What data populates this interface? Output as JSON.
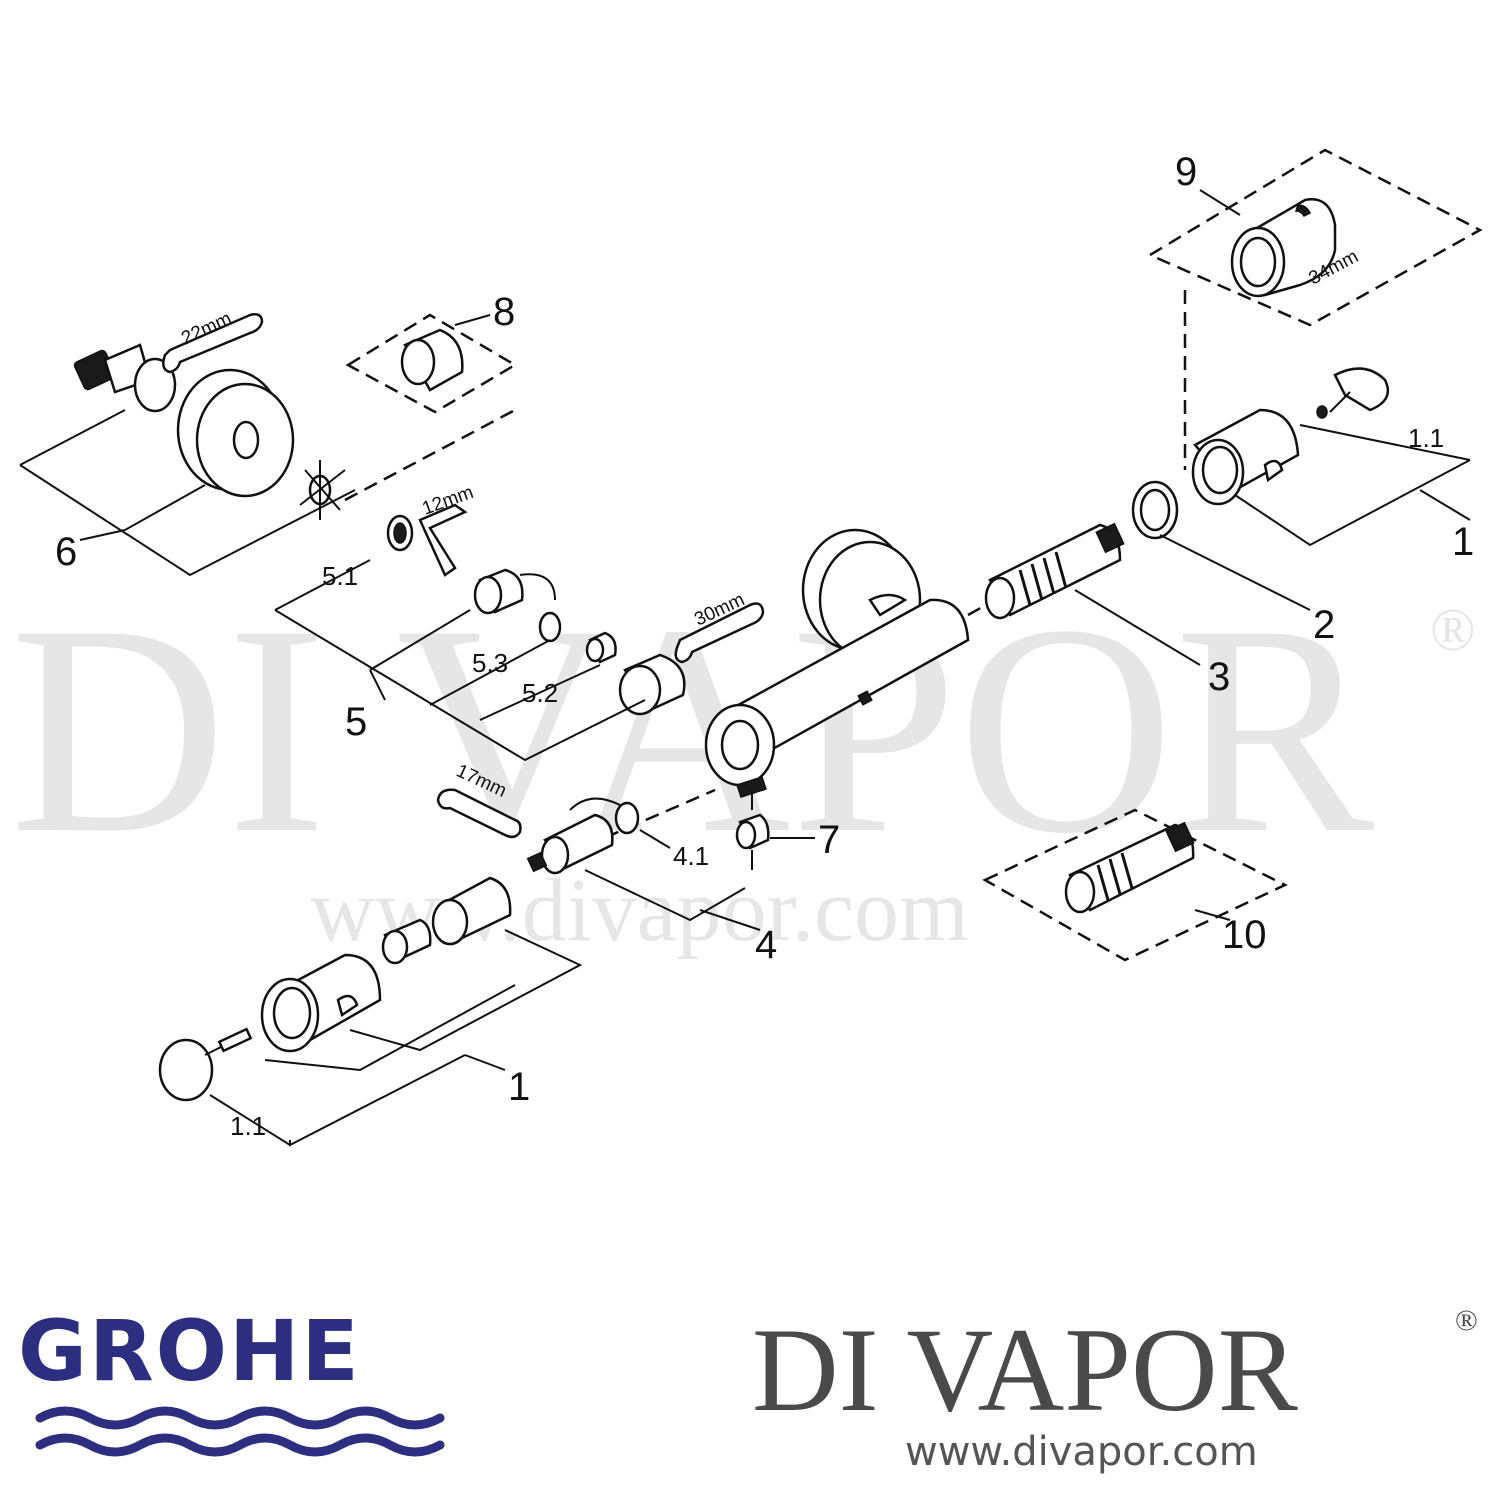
{
  "watermark": {
    "brand": "DI VAPOR",
    "reg": "®",
    "url": "www.divapor.com"
  },
  "callouts": {
    "c1_right": "1",
    "c11_right": "1.1",
    "c2": "2",
    "c3": "3",
    "c4": "4",
    "c41": "4.1",
    "c5": "5",
    "c51": "5.1",
    "c52": "5.2",
    "c53": "5.3",
    "c6": "6",
    "c7": "7",
    "c8": "8",
    "c9": "9",
    "c10": "10",
    "c1_left": "1",
    "c11_left": "1.1"
  },
  "tool_sizes": {
    "s22": "22mm",
    "s12": "12mm",
    "s30": "30mm",
    "s17": "17mm",
    "s34": "34mm"
  },
  "logos": {
    "grohe": "GROHE",
    "divapor": "DI VAPOR",
    "divapor_reg": "®",
    "url": "www.divapor.com"
  },
  "colors": {
    "grohe_blue": "#2c2e80",
    "divapor_grey": "#4a4a4a",
    "watermark": "#e6e6e6"
  }
}
